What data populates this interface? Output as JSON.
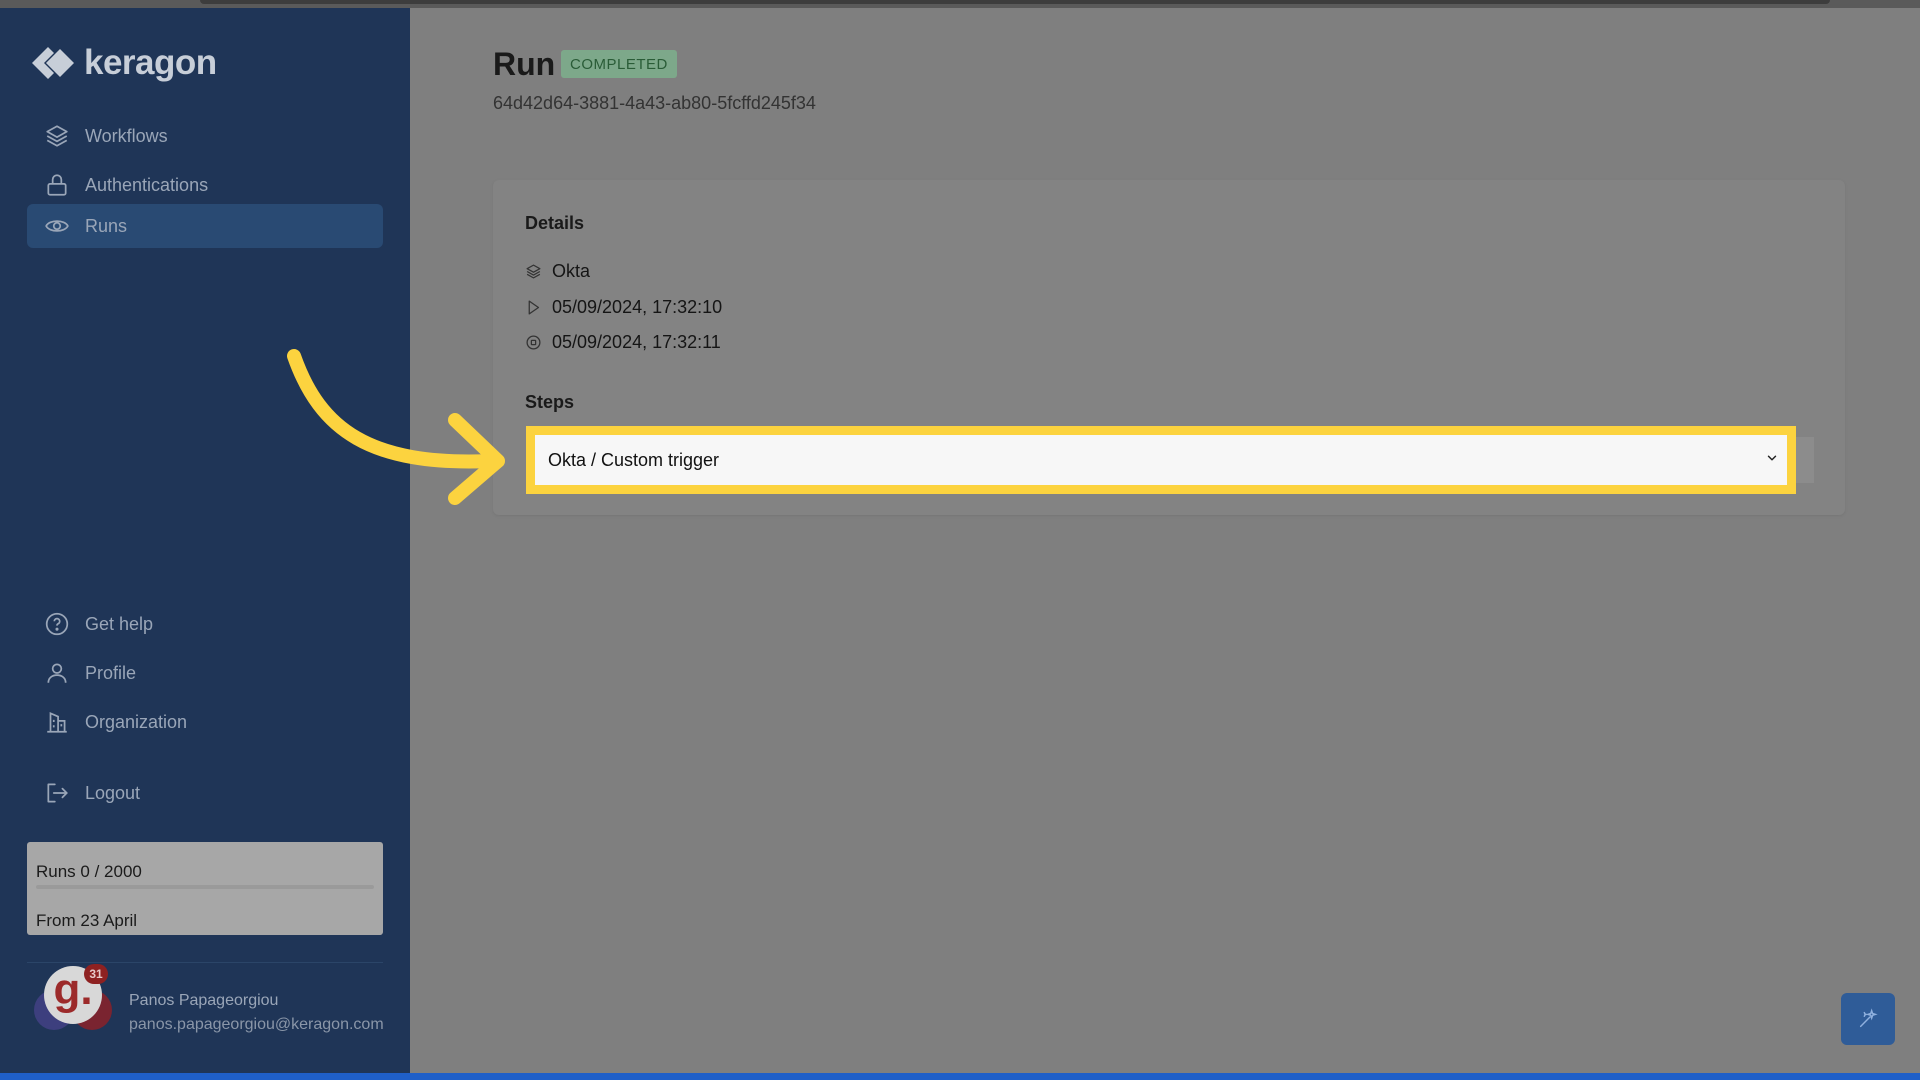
{
  "app": {
    "logo_text": "keragon"
  },
  "sidebar": {
    "nav": [
      {
        "label": "Workflows",
        "icon": "layers-icon"
      },
      {
        "label": "Authentications",
        "icon": "lock-icon"
      },
      {
        "label": "Runs",
        "icon": "eye-icon",
        "active": true
      }
    ],
    "footer_nav": [
      {
        "label": "Get help",
        "icon": "help-circle-icon"
      },
      {
        "label": "Profile",
        "icon": "user-icon"
      },
      {
        "label": "Organization",
        "icon": "building-icon"
      },
      {
        "label": "Logout",
        "icon": "logout-icon"
      }
    ],
    "usage": {
      "runs_label": "Runs 0 / 2000",
      "used": 0,
      "limit": 2000,
      "period_label": "From 23 April"
    },
    "profile": {
      "avatar_letter": "g.",
      "notification_count": "31",
      "name": "Panos Papageorgiou",
      "email": "panos.papageorgiou@keragon.com"
    }
  },
  "run": {
    "title": "Run",
    "status": "COMPLETED",
    "status_color": "#7da88a",
    "id": "64d42d64-3881-4a43-ab80-5fcffd245f34"
  },
  "details": {
    "heading": "Details",
    "workflow": "Okta",
    "started_at": "05/09/2024, 17:32:10",
    "finished_at": "05/09/2024, 17:32:11"
  },
  "steps": {
    "heading": "Steps",
    "items": [
      {
        "label": "Okta / Custom trigger"
      }
    ]
  },
  "colors": {
    "sidebar_bg": "#1f3557",
    "highlight": "#fcd33f",
    "accent": "#2f5c98"
  }
}
